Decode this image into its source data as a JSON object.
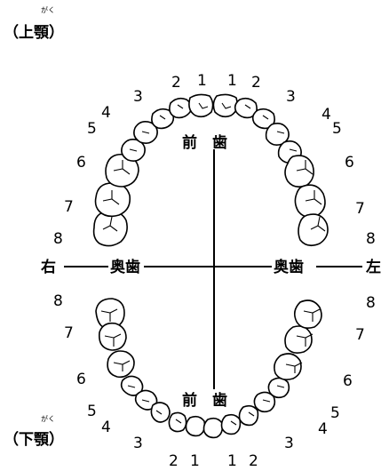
{
  "upper_jaw": {
    "label": "（上顎）",
    "ruby": "がく"
  },
  "lower_jaw": {
    "label": "（下顎）",
    "ruby": "がく"
  },
  "front_teeth_upper": "前　歯",
  "front_teeth_lower": "前　歯",
  "back_teeth_left": "奥歯",
  "back_teeth_right": "奥歯",
  "side_right": "右",
  "side_left": "左",
  "tooth_numbers": [
    "1",
    "2",
    "3",
    "4",
    "5",
    "6",
    "7",
    "8"
  ]
}
